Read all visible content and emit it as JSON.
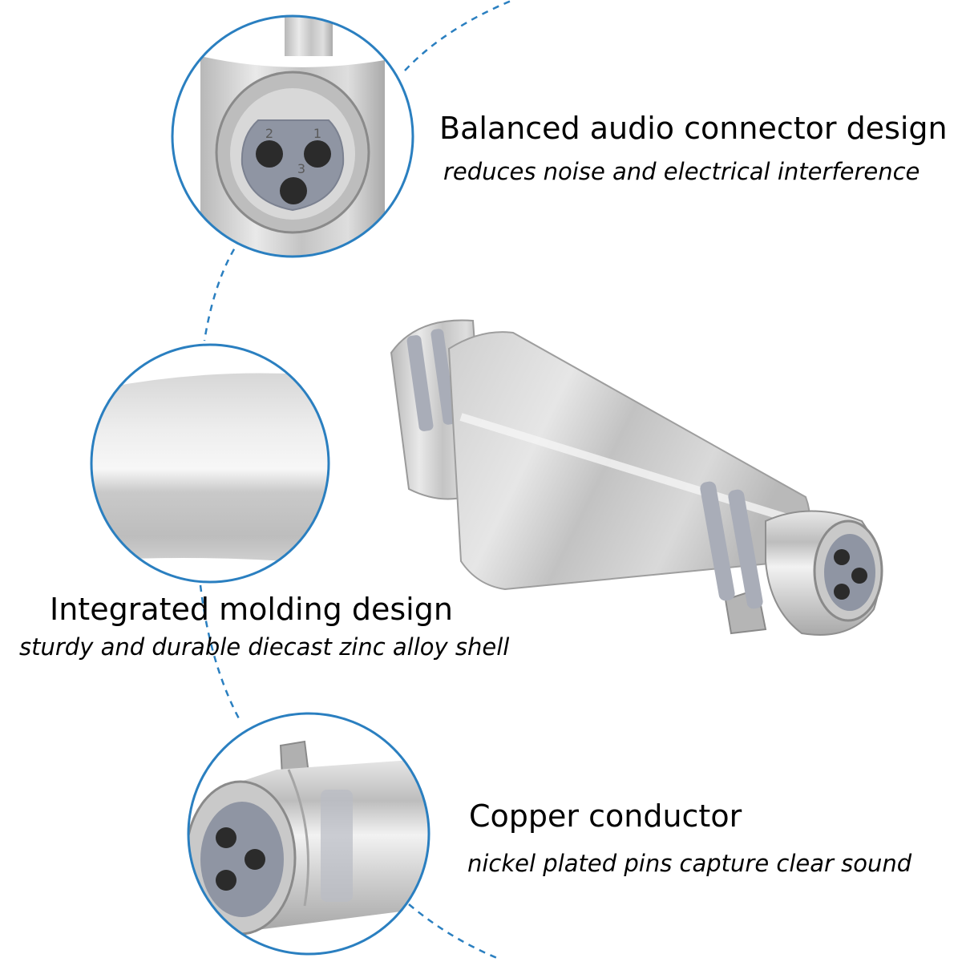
{
  "features": [
    {
      "title": "Balanced audio connector design",
      "subtitle": "reduces noise and electrical interference"
    },
    {
      "title": "Integrated molding design",
      "subtitle": "sturdy and durable diecast zinc alloy shell"
    },
    {
      "title": "Copper conductor",
      "subtitle": "nickel plated pins capture clear sound"
    }
  ],
  "pin_labels": [
    "1",
    "2",
    "3"
  ],
  "colors": {
    "accent_blue": "#2a7fc0",
    "metal": "#c9c9c9",
    "insulator": "#8f95a3",
    "background": "#ffffff"
  },
  "icons": {
    "dashed_path": "dashed-curve-line",
    "product": "xlr-female-coupler"
  }
}
